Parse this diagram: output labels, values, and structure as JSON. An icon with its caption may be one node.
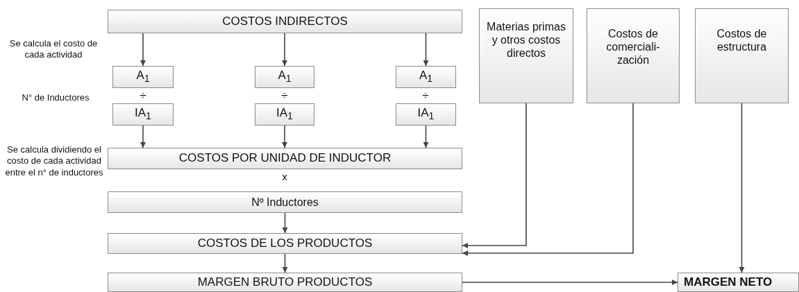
{
  "diagram": {
    "nodes": [
      {
        "text": [
          "COSTOS INDIRECTOS"
        ]
      },
      {
        "text": [
          "A$_{1}$"
        ]
      },
      {
        "text": [
          "A$_{1}$"
        ]
      },
      {
        "text": [
          "A$_{1}$"
        ]
      },
      {
        "text": [
          "IA$_{1}$"
        ]
      },
      {
        "text": [
          "IA$_{1}$"
        ]
      },
      {
        "text": [
          "IA$_{1}$"
        ]
      },
      {
        "text": [
          "COSTOS POR UNIDAD DE INDUCTOR"
        ]
      },
      {
        "text": [
          "Nº Inductores"
        ]
      },
      {
        "text": [
          "COSTOS DE LOS PRODUCTOS"
        ]
      },
      {
        "text": [
          "MARGEN BRUTO PRODUCTOS"
        ]
      },
      {
        "text": [
          "Materias primas y otros costos directos"
        ]
      },
      {
        "text": [
          "Costos de comerciali- zación"
        ]
      },
      {
        "text": [
          "Costos de estructura"
        ]
      },
      {
        "text": [
          "MARGEN NETO"
        ]
      }
    ],
    "edges": [
      {
        "from": 0,
        "to": 1,
        "arrow": "to"
      },
      {
        "from": 0,
        "to": 2,
        "arrow": "to"
      },
      {
        "from": 0,
        "to": 3,
        "arrow": "to"
      },
      {
        "from": 4,
        "to": 7,
        "arrow": "to"
      },
      {
        "from": 5,
        "to": 7,
        "arrow": "to"
      },
      {
        "from": 6,
        "to": 7,
        "arrow": "to"
      },
      {
        "from": 8,
        "to": 9,
        "arrow": "to"
      },
      {
        "from": 9,
        "to": 10,
        "arrow": "to"
      },
      {
        "from": 11,
        "to": 9,
        "arrow": "to"
      },
      {
        "from": 12,
        "to": 9,
        "arrow": "to"
      },
      {
        "from": 13,
        "to": 14,
        "arrow": "to"
      },
      {
        "from": 10,
        "to": 14,
        "arrow": "to"
      }
    ],
    "labels": [
      "Se calcula el costo de cada actividad",
      "N° de Inductores",
      "÷",
      "÷",
      "÷",
      "Se calcula dividiendo el costo de cada actividad entre el n° de inductores",
      "x"
    ]
  }
}
